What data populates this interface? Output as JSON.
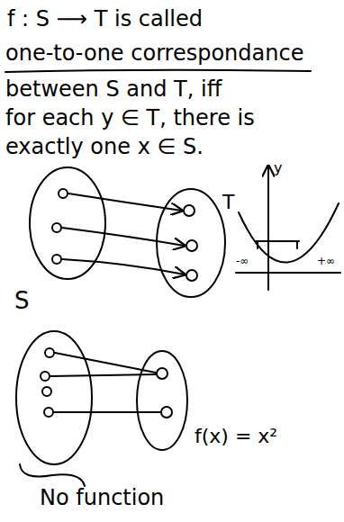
{
  "diagram": {
    "labels": [
      "f : S ⟶ T is called",
      "one-to-one correspondance",
      "between S and T, iff",
      "for each y ∈ T, there is",
      "exactly one x ∈ S.",
      "y",
      "T",
      "-∞",
      "+∞",
      "S",
      "f(x) = x²",
      "No function"
    ]
  }
}
